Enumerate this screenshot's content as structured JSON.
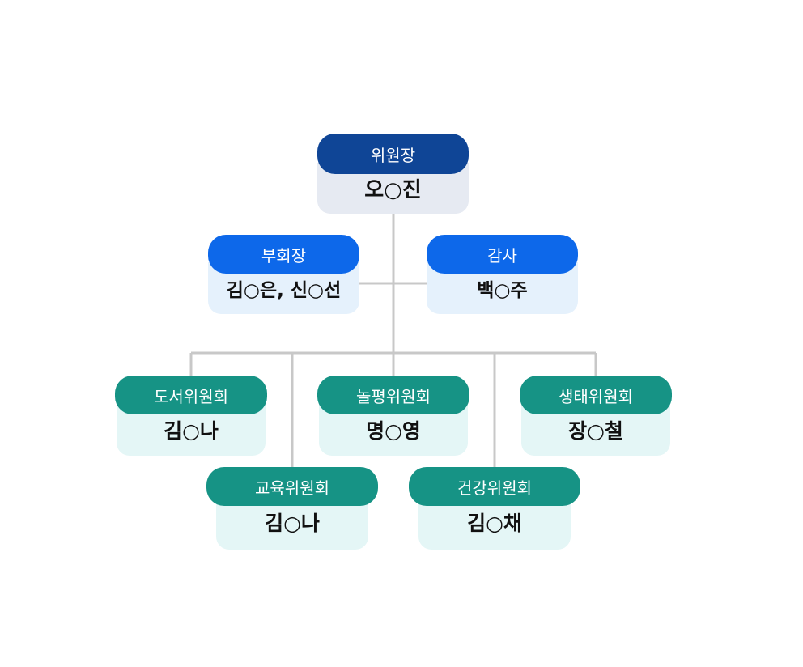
{
  "colors": {
    "chair_header": "#0f4596",
    "chair_body": "#e6eaf2",
    "officer_header": "#0d68ea",
    "officer_body": "#e5f1fc",
    "committee_header": "#169385",
    "committee_body": "#e4f6f6",
    "connector": "#c8c8c8"
  },
  "chair": {
    "title": "위원장",
    "name": "오○진"
  },
  "vice_chair": {
    "title": "부회장",
    "name": "김○은, 신○선"
  },
  "auditor": {
    "title": "감사",
    "name": "백○주"
  },
  "committees": [
    {
      "title": "도서위원회",
      "name": "김○나"
    },
    {
      "title": "교육위원회",
      "name": "김○나"
    },
    {
      "title": "놀평위원회",
      "name": "명○영"
    },
    {
      "title": "건강위원회",
      "name": "김○채"
    },
    {
      "title": "생태위원회",
      "name": "장○철"
    }
  ]
}
